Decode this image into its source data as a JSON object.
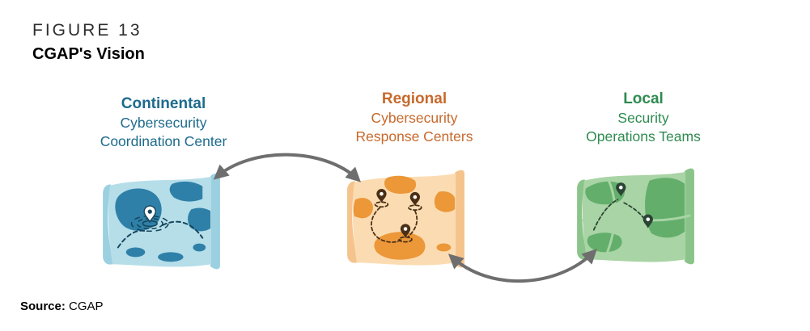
{
  "figure": {
    "label": "FIGURE 13",
    "title": "CGAP's Vision"
  },
  "nodes": [
    {
      "id": "continental",
      "heading": "Continental",
      "line1": "Cybersecurity",
      "line2": "Coordination Center",
      "heading_color": "#1D6B8D",
      "map_base": "#B5DEE9",
      "map_edge": "#9BD0E0",
      "map_accent": "#2F80A8",
      "map_detail": "#16455C"
    },
    {
      "id": "regional",
      "heading": "Regional",
      "line1": "Cybersecurity",
      "line2": "Response Centers",
      "heading_color": "#C7692C",
      "map_base": "#FBDCB2",
      "map_edge": "#F4C48C",
      "map_accent": "#EC9738",
      "map_detail": "#4A2F16"
    },
    {
      "id": "local",
      "heading": "Local",
      "line1": "Security",
      "line2": "Operations Teams",
      "heading_color": "#2E8B50",
      "map_base": "#A9D4A5",
      "map_edge": "#8AC48A",
      "map_accent": "#63AE6B",
      "map_detail": "#2B4435"
    }
  ],
  "connectors": {
    "color": "#6E6E6E"
  },
  "source": {
    "label": "Source:",
    "value": "CGAP"
  }
}
